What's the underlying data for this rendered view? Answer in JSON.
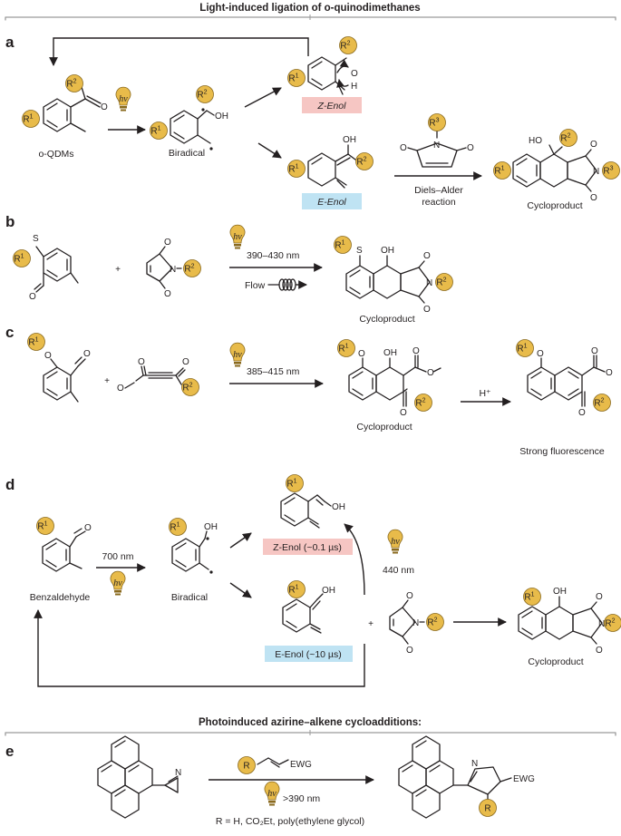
{
  "colors": {
    "r_group_fill": "#e8bb4a",
    "r_group_stroke": "#8a6a1e",
    "z_enol_bg": "#f6c6c3",
    "e_enol_bg": "#bfe3f3",
    "bulb": "#e8bb4a"
  },
  "icons": {
    "light": "lightbulb-hv-icon",
    "flow": "flow-coil-icon"
  },
  "header_top": "Light-induced ligation of o-quinodimethanes",
  "header_bottom": "Photoinduced azirine–alkene cycloadditions:",
  "hv": "hν",
  "panels": {
    "a": {
      "label": "a",
      "start": "o-QDMs",
      "intermediate": "Biradical",
      "z_enol": "Z-Enol",
      "e_enol": "E-Enol",
      "reaction": [
        "Diels–Alder",
        "reaction"
      ],
      "product": "Cycloproduct"
    },
    "b": {
      "label": "b",
      "wavelength": "390–430 nm",
      "flow": "Flow",
      "plus": "+",
      "product": "Cycloproduct"
    },
    "c": {
      "label": "c",
      "wavelength": "385–415 nm",
      "plus": "+",
      "acid": "H⁺",
      "product": "Cycloproduct",
      "final": "Strong fluorescence"
    },
    "d": {
      "label": "d",
      "start": "Benzaldehyde",
      "wavelength": "700 nm",
      "intermediate": "Biradical",
      "z_enol": "Z-Enol (~0.1 µs)",
      "e_enol": "E-Enol (~10 µs)",
      "back_wavelength": "440 nm",
      "plus": "+",
      "product": "Cycloproduct"
    },
    "e": {
      "label": "e",
      "substituent": "EWG",
      "wavelength": ">390 nm",
      "condition": "R = H, CO₂Et, poly(ethylene glycol)"
    }
  }
}
